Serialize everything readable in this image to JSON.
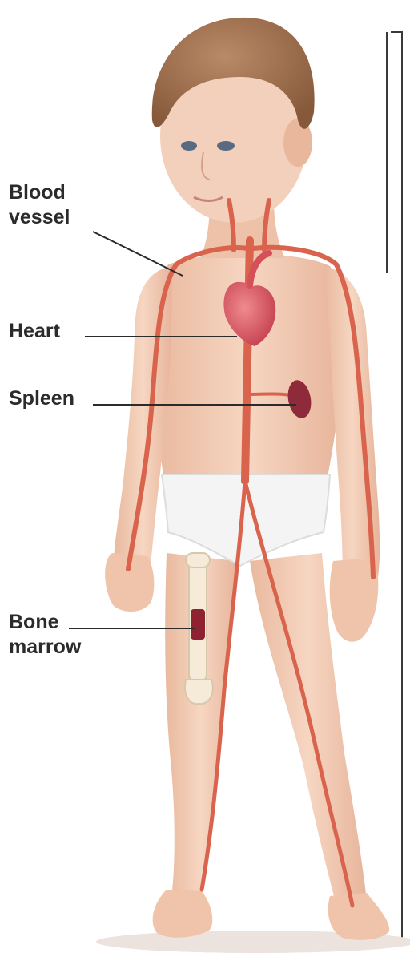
{
  "labels": {
    "blood_vessel": "Blood\nvessel",
    "heart": "Heart",
    "spleen": "Spleen",
    "bone_marrow": "Bone\nmarrow"
  },
  "colors": {
    "skin": "#f2cdb5",
    "vessel": "#d9634c",
    "heart": "#d6505a",
    "spleen": "#8f2a3a",
    "marrow": "#8e2230",
    "hair": "#9a6a48",
    "underwear": "#f4f4f4",
    "frame": "#3a3a3a",
    "leader": "#2b2b2b"
  }
}
